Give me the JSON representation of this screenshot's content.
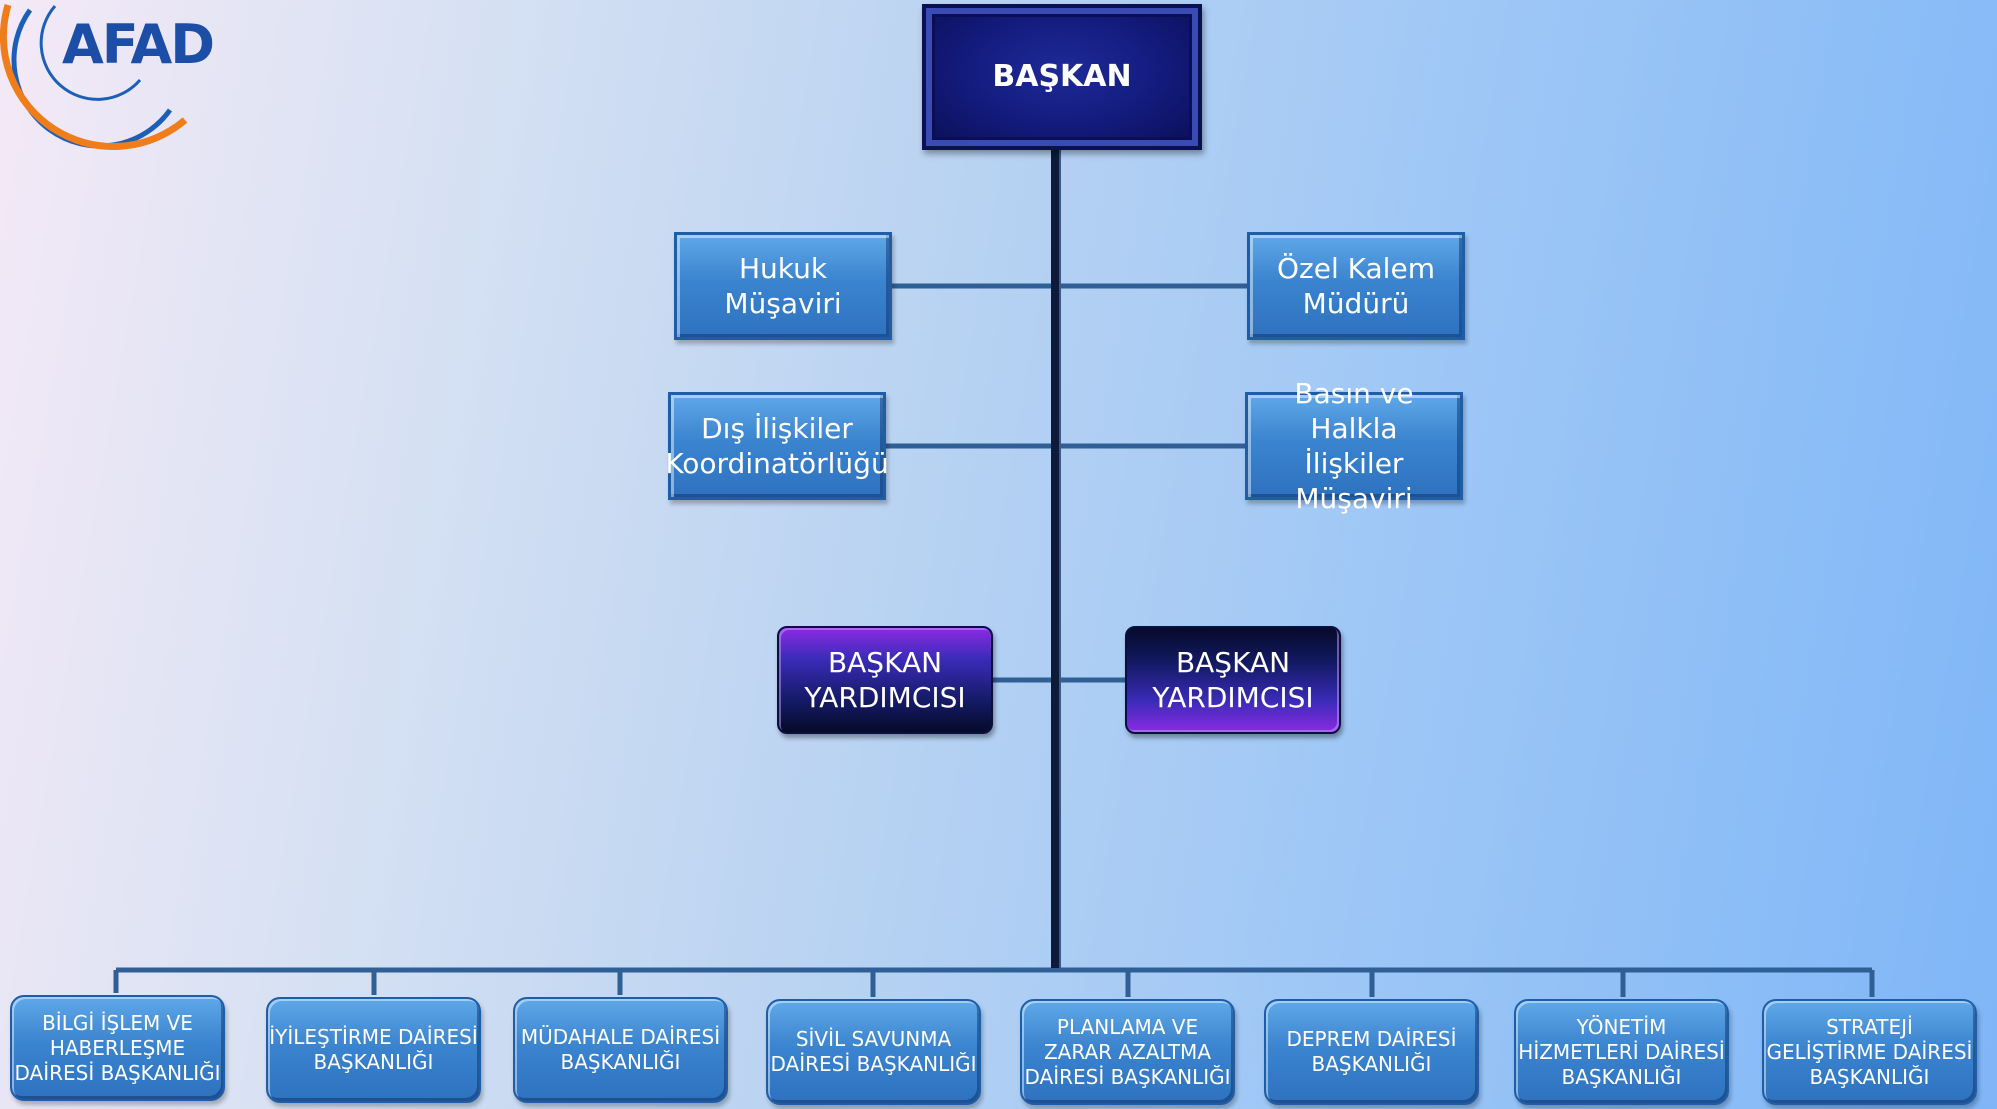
{
  "logo": {
    "text": "AFAD",
    "colors": {
      "text": "#1c4ea8",
      "arc_blue": "#1c5fb8",
      "arc_orange": "#f07d1a"
    }
  },
  "org_chart": {
    "head": {
      "label": "BAŞKAN"
    },
    "advisors_left": [
      {
        "label": "Hukuk Müşaviri"
      },
      {
        "label": "Dış İlişkiler\nKoordinatörlüğü"
      }
    ],
    "advisors_right": [
      {
        "label": "Özel Kalem\nMüdürü"
      },
      {
        "label": "Basın ve Halkla\nİlişkiler Müşaviri"
      }
    ],
    "deputies": [
      {
        "label": "BAŞKAN\nYARDIMCISI"
      },
      {
        "label": "BAŞKAN\nYARDIMCISI"
      }
    ],
    "departments": [
      {
        "label": "BİLGİ İŞLEM VE\nHABERLEŞME\nDAİRESİ BAŞKANLIĞI"
      },
      {
        "label": "İYİLEŞTİRME DAİRESİ\nBAŞKANLIĞI"
      },
      {
        "label": "MÜDAHALE DAİRESİ\nBAŞKANLIĞI"
      },
      {
        "label": "SİVİL SAVUNMA\nDAİRESİ BAŞKANLIĞI"
      },
      {
        "label": "PLANLAMA VE\nZARAR AZALTMA\nDAİRESİ BAŞKANLIĞI"
      },
      {
        "label": "DEPREM DAİRESİ\nBAŞKANLIĞI"
      },
      {
        "label": "YÖNETİM\nHİZMETLERİ DAİRESİ\nBAŞKANLIĞI"
      },
      {
        "label": "STRATEJİ\nGELİŞTİRME DAİRESİ\nBAŞKANLIĞI"
      }
    ]
  },
  "colors": {
    "connector_main": "#0e1a3a",
    "connector_branch": "#2f5f95",
    "box_light": "#3b84cf",
    "box_head": "#121a7a",
    "deputy_accent": "#8a2be2"
  }
}
